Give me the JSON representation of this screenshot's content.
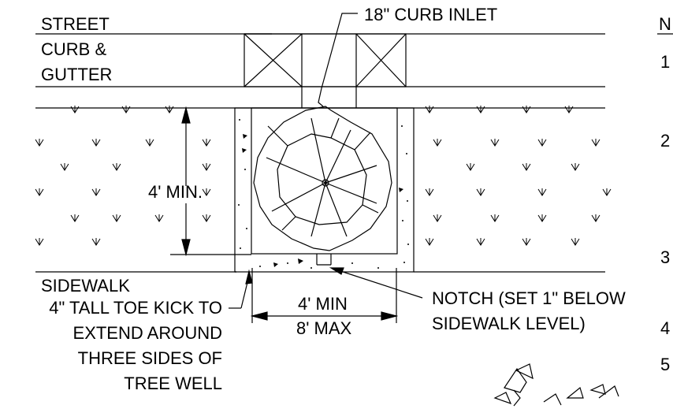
{
  "labels": {
    "street": "STREET",
    "curb_line1": "CURB &",
    "curb_line2": "GUTTER",
    "curb_inlet": "18\" CURB INLET",
    "min_depth": "4' MIN.",
    "sidewalk": "SIDEWALK",
    "width_min": "4' MIN",
    "width_max": "8' MAX",
    "notch_line1": "NOTCH (SET 1\" BELOW",
    "notch_line2": "SIDEWALK LEVEL)",
    "toe_line1": "4\" TALL TOE KICK TO",
    "toe_line2": "EXTEND AROUND",
    "toe_line3": "THREE SIDES OF",
    "toe_line4": "TREE WELL"
  },
  "notes": {
    "header": "N",
    "numbers": [
      "1",
      "2",
      "3",
      "4",
      "5"
    ]
  },
  "colors": {
    "ink": "#000000",
    "background": "#ffffff"
  }
}
